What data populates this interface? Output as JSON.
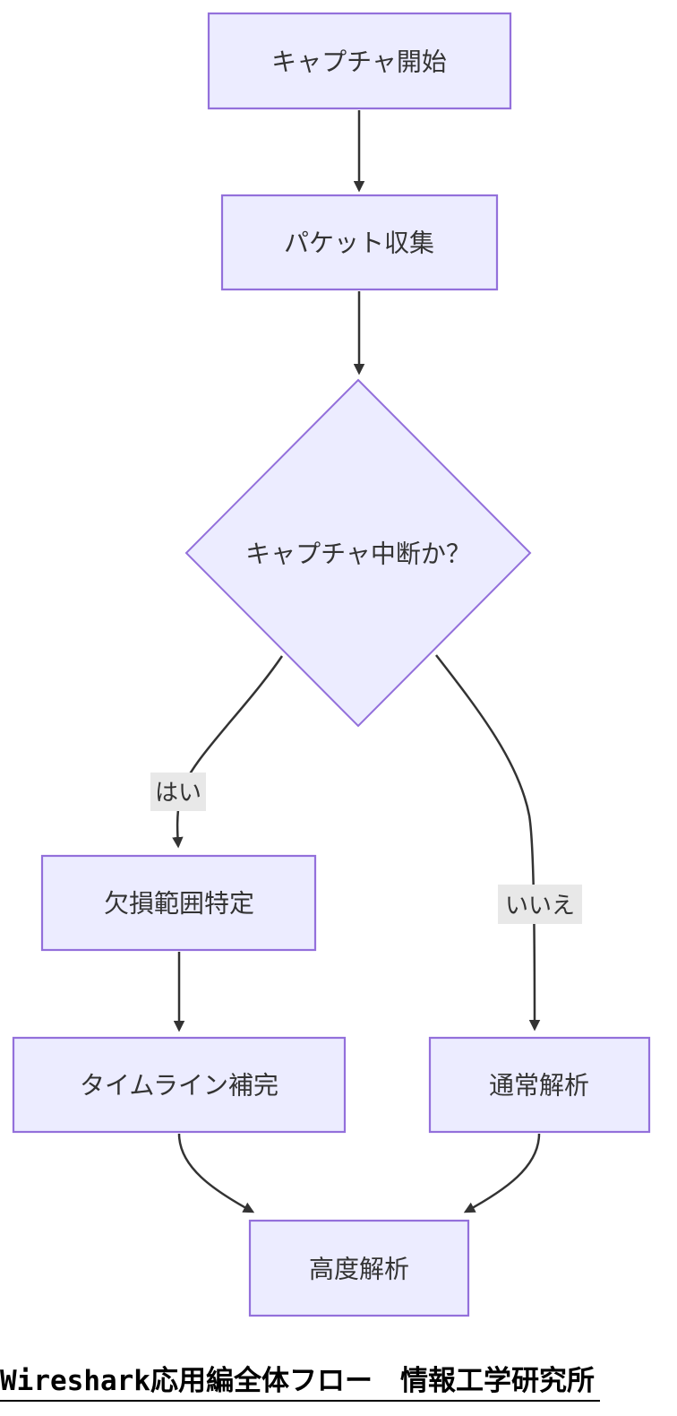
{
  "diagram": {
    "type": "flowchart",
    "direction": "top-down",
    "nodes": [
      {
        "id": "start",
        "shape": "rect",
        "label": "キャプチャ開始"
      },
      {
        "id": "collect",
        "shape": "rect",
        "label": "パケット収集"
      },
      {
        "id": "decision",
        "shape": "diamond",
        "label": "キャプチャ中断か？"
      },
      {
        "id": "identify",
        "shape": "rect",
        "label": "欠損範囲特定"
      },
      {
        "id": "timeline",
        "shape": "rect",
        "label": "タイムライン補完"
      },
      {
        "id": "normal",
        "shape": "rect",
        "label": "通常解析"
      },
      {
        "id": "advanced",
        "shape": "rect",
        "label": "高度解析"
      }
    ],
    "edges": [
      {
        "from": "start",
        "to": "collect",
        "label": ""
      },
      {
        "from": "collect",
        "to": "decision",
        "label": ""
      },
      {
        "from": "decision",
        "to": "identify",
        "label": "はい"
      },
      {
        "from": "decision",
        "to": "normal",
        "label": "いいえ"
      },
      {
        "from": "identify",
        "to": "timeline",
        "label": ""
      },
      {
        "from": "timeline",
        "to": "advanced",
        "label": ""
      },
      {
        "from": "normal",
        "to": "advanced",
        "label": ""
      }
    ],
    "edge_labels": {
      "yes": "はい",
      "no": "いいえ"
    },
    "colors": {
      "node_fill": "#ECECFF",
      "node_border": "#9370DB",
      "edge": "#333333",
      "edge_label_bg": "#E8E8E8",
      "node_text": "#333333",
      "footer_text": "#000000",
      "background": "#FFFFFF"
    }
  },
  "footer": {
    "title": "Wireshark応用編全体フロー　情報工学研究所"
  }
}
